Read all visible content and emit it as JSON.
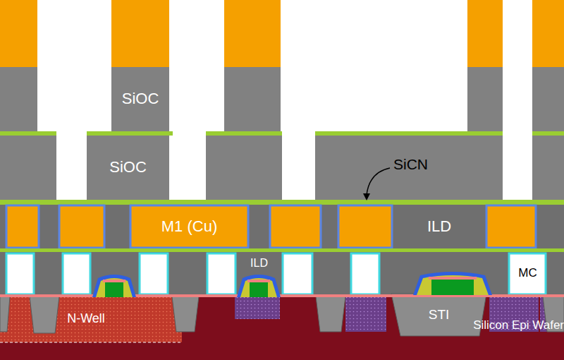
{
  "diagram": {
    "nodes": [
      {
        "text": [
          "SiOC"
        ]
      },
      {
        "text": [
          "SiOC"
        ]
      },
      {
        "text": [
          "M1 (Cu)"
        ]
      },
      {
        "text": [
          "ILD"
        ]
      },
      {
        "text": [
          "ILD"
        ]
      },
      {
        "text": [
          "MC"
        ]
      },
      {
        "text": [
          "Silicon Epi Wafer"
        ]
      },
      {
        "text": [
          "N-Well"
        ],
        "in": 6
      },
      {
        "text": [
          "STI"
        ],
        "in": 6
      }
    ],
    "labels": [
      "SiCN"
    ]
  }
}
